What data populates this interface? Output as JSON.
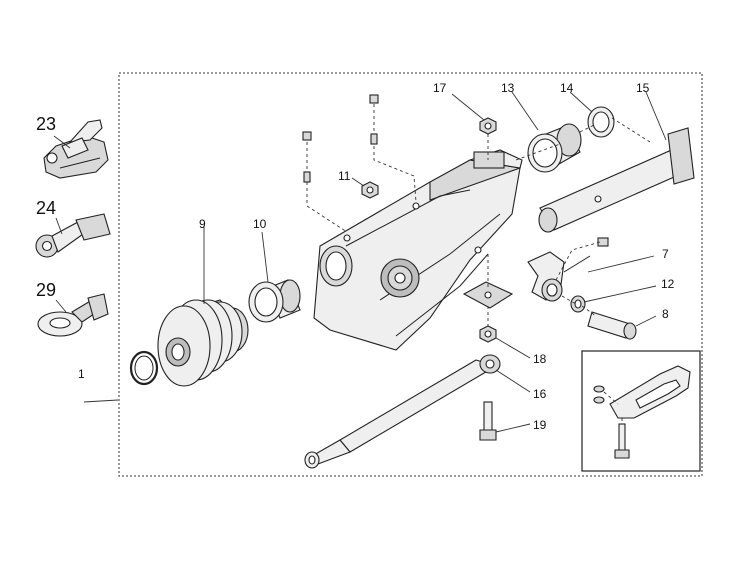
{
  "labels": {
    "l1": "1",
    "l7": "7",
    "l8": "8",
    "l9": "9",
    "l10": "10",
    "l11": "11",
    "l12": "12",
    "l13": "13",
    "l14": "14",
    "l15": "15",
    "l16": "16",
    "l17": "17",
    "l18": "18",
    "l19": "19",
    "l23": "23",
    "l24": "24",
    "l29": "29"
  }
}
